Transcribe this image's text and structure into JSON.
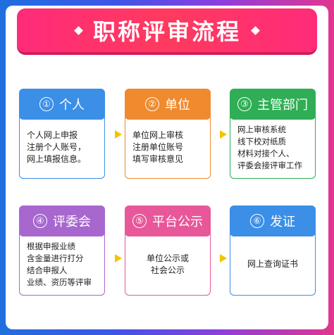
{
  "title": "职称评审流程",
  "steps": [
    {
      "number": "①",
      "label": "个人",
      "text": "个人网上申报\n注册个人账号，\n网上填报信息。",
      "head_color": "#3b8fe7",
      "border_color": "#3b8fe7"
    },
    {
      "number": "②",
      "label": "单位",
      "text": "单位网上审核\n注册单位账号\n填写审核意见",
      "head_color": "#f08a2e",
      "border_color": "#f08a2e"
    },
    {
      "number": "③",
      "label": "主管部门",
      "text": "网上审核系统\n线下校对纸质\n材料对接个人、\n评委会接评审工作",
      "head_color": "#2fae55",
      "border_color": "#2fae55"
    },
    {
      "number": "④",
      "label": "评委会",
      "text": "根据申报业绩\n含金量进行打分\n结合申报人\n业绩、资历等评审",
      "head_color": "#a767cf",
      "border_color": "#a767cf"
    },
    {
      "number": "⑤",
      "label": "平台公示",
      "text": "单位公示或\n社会公示",
      "head_color": "#e8579a",
      "border_color": "#e8579a"
    },
    {
      "number": "⑥",
      "label": "发证",
      "text": "网上查询证书",
      "head_color": "#3b8fe7",
      "border_color": "#3b8fe7"
    }
  ],
  "colors": {
    "arrow": "#f2c500",
    "arrow_inactive": "#c8c8c8",
    "title_bg": "#ff2b7a"
  }
}
